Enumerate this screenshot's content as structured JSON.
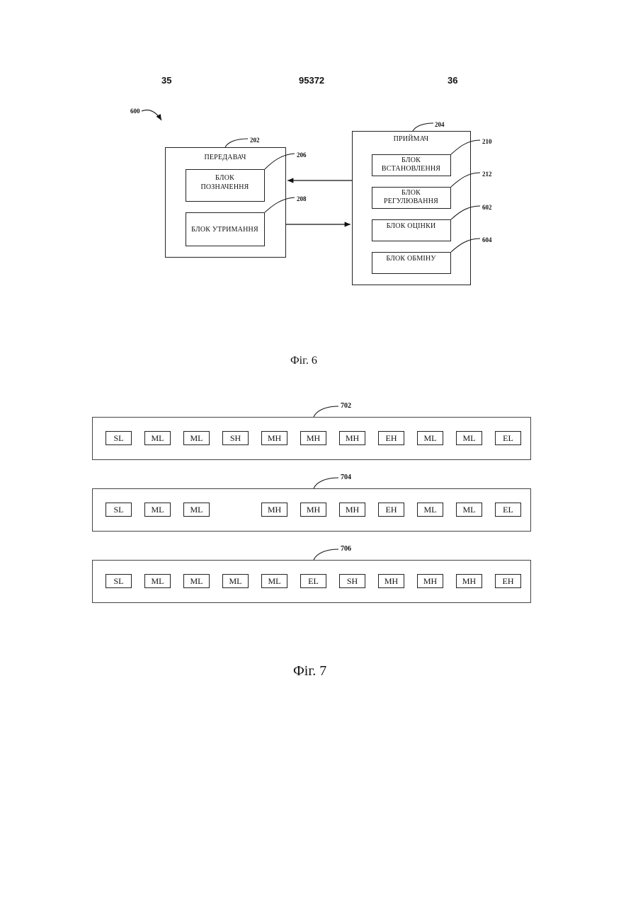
{
  "header": {
    "left_page": "35",
    "patent_number": "95372",
    "right_page": "36"
  },
  "fig6": {
    "ref_system": "600",
    "transmitter": {
      "ref": "202",
      "title": "ПЕРЕДАВАЧ"
    },
    "designation_block": {
      "ref": "206",
      "label_line1": "БЛОК",
      "label_line2": "ПОЗНАЧЕННЯ"
    },
    "receiving_block": {
      "ref": "208",
      "label": "БЛОК УТРИМАННЯ"
    },
    "receiver": {
      "ref": "204",
      "title": "ПРИЙМАЧ"
    },
    "setup_block": {
      "ref": "210",
      "label_line1": "БЛОК",
      "label_line2": "ВСТАНОВЛЕННЯ"
    },
    "adjust_block": {
      "ref": "212",
      "label_line1": "БЛОК",
      "label_line2": "РЕГУЛЮВАННЯ"
    },
    "estimate_block": {
      "ref": "602",
      "label": "БЛОК ОЦІНКИ"
    },
    "exchange_block": {
      "ref": "604",
      "label": "БЛОК ОБМІНУ"
    },
    "caption": "Фіг. 6"
  },
  "fig7": {
    "rows": [
      {
        "ref": "702",
        "cells": [
          "SL",
          "ML",
          "ML",
          "SH",
          "MH",
          "MH",
          "MH",
          "EH",
          "ML",
          "ML",
          "EL"
        ]
      },
      {
        "ref": "704",
        "cells": [
          "SL",
          "ML",
          "ML",
          "",
          "MH",
          "MH",
          "MH",
          "EH",
          "ML",
          "ML",
          "EL"
        ]
      },
      {
        "ref": "706",
        "cells": [
          "SL",
          "ML",
          "ML",
          "ML",
          "ML",
          "EL",
          "SH",
          "MH",
          "MH",
          "MH",
          "EH"
        ]
      }
    ],
    "caption": "Фіг. 7"
  }
}
